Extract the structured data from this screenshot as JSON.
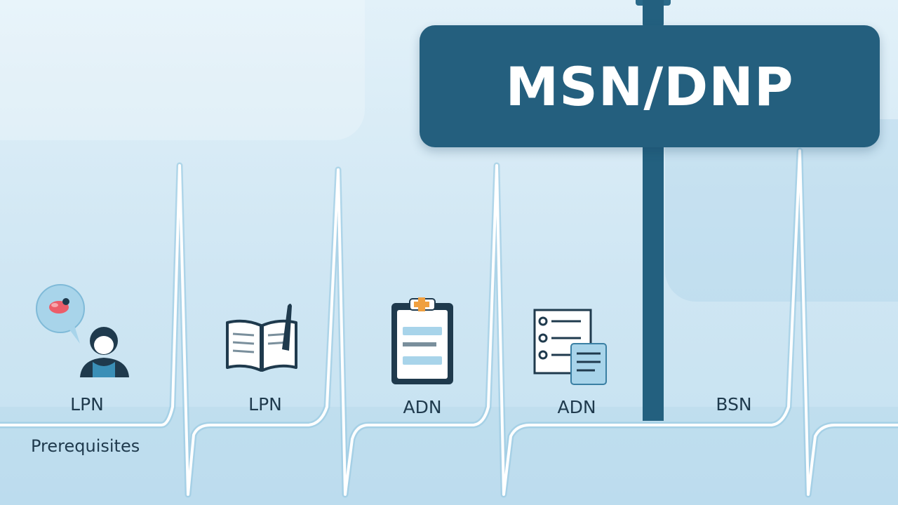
{
  "sign": {
    "title": "MSN/DNP"
  },
  "stages": [
    {
      "label": "LPN",
      "icon": "nurse-person-icon"
    },
    {
      "label": "LPN",
      "icon": "open-book-pen-icon"
    },
    {
      "label": "ADN",
      "icon": "clipboard-icon"
    },
    {
      "label": "ADN",
      "icon": "checklist-document-icon"
    },
    {
      "label": "BSN",
      "icon": null
    }
  ],
  "prerequisites_label": "Prerequisites",
  "colors": {
    "background": "#d6ebf6",
    "sign": "#245f7e",
    "pole": "#23607f",
    "ecg_line": "#ffffff",
    "icon_dark": "#1f3a4d",
    "icon_fill": "#a8d4ea",
    "accent_orange": "#f0a040",
    "accent_pink": "#ec5d6a"
  }
}
